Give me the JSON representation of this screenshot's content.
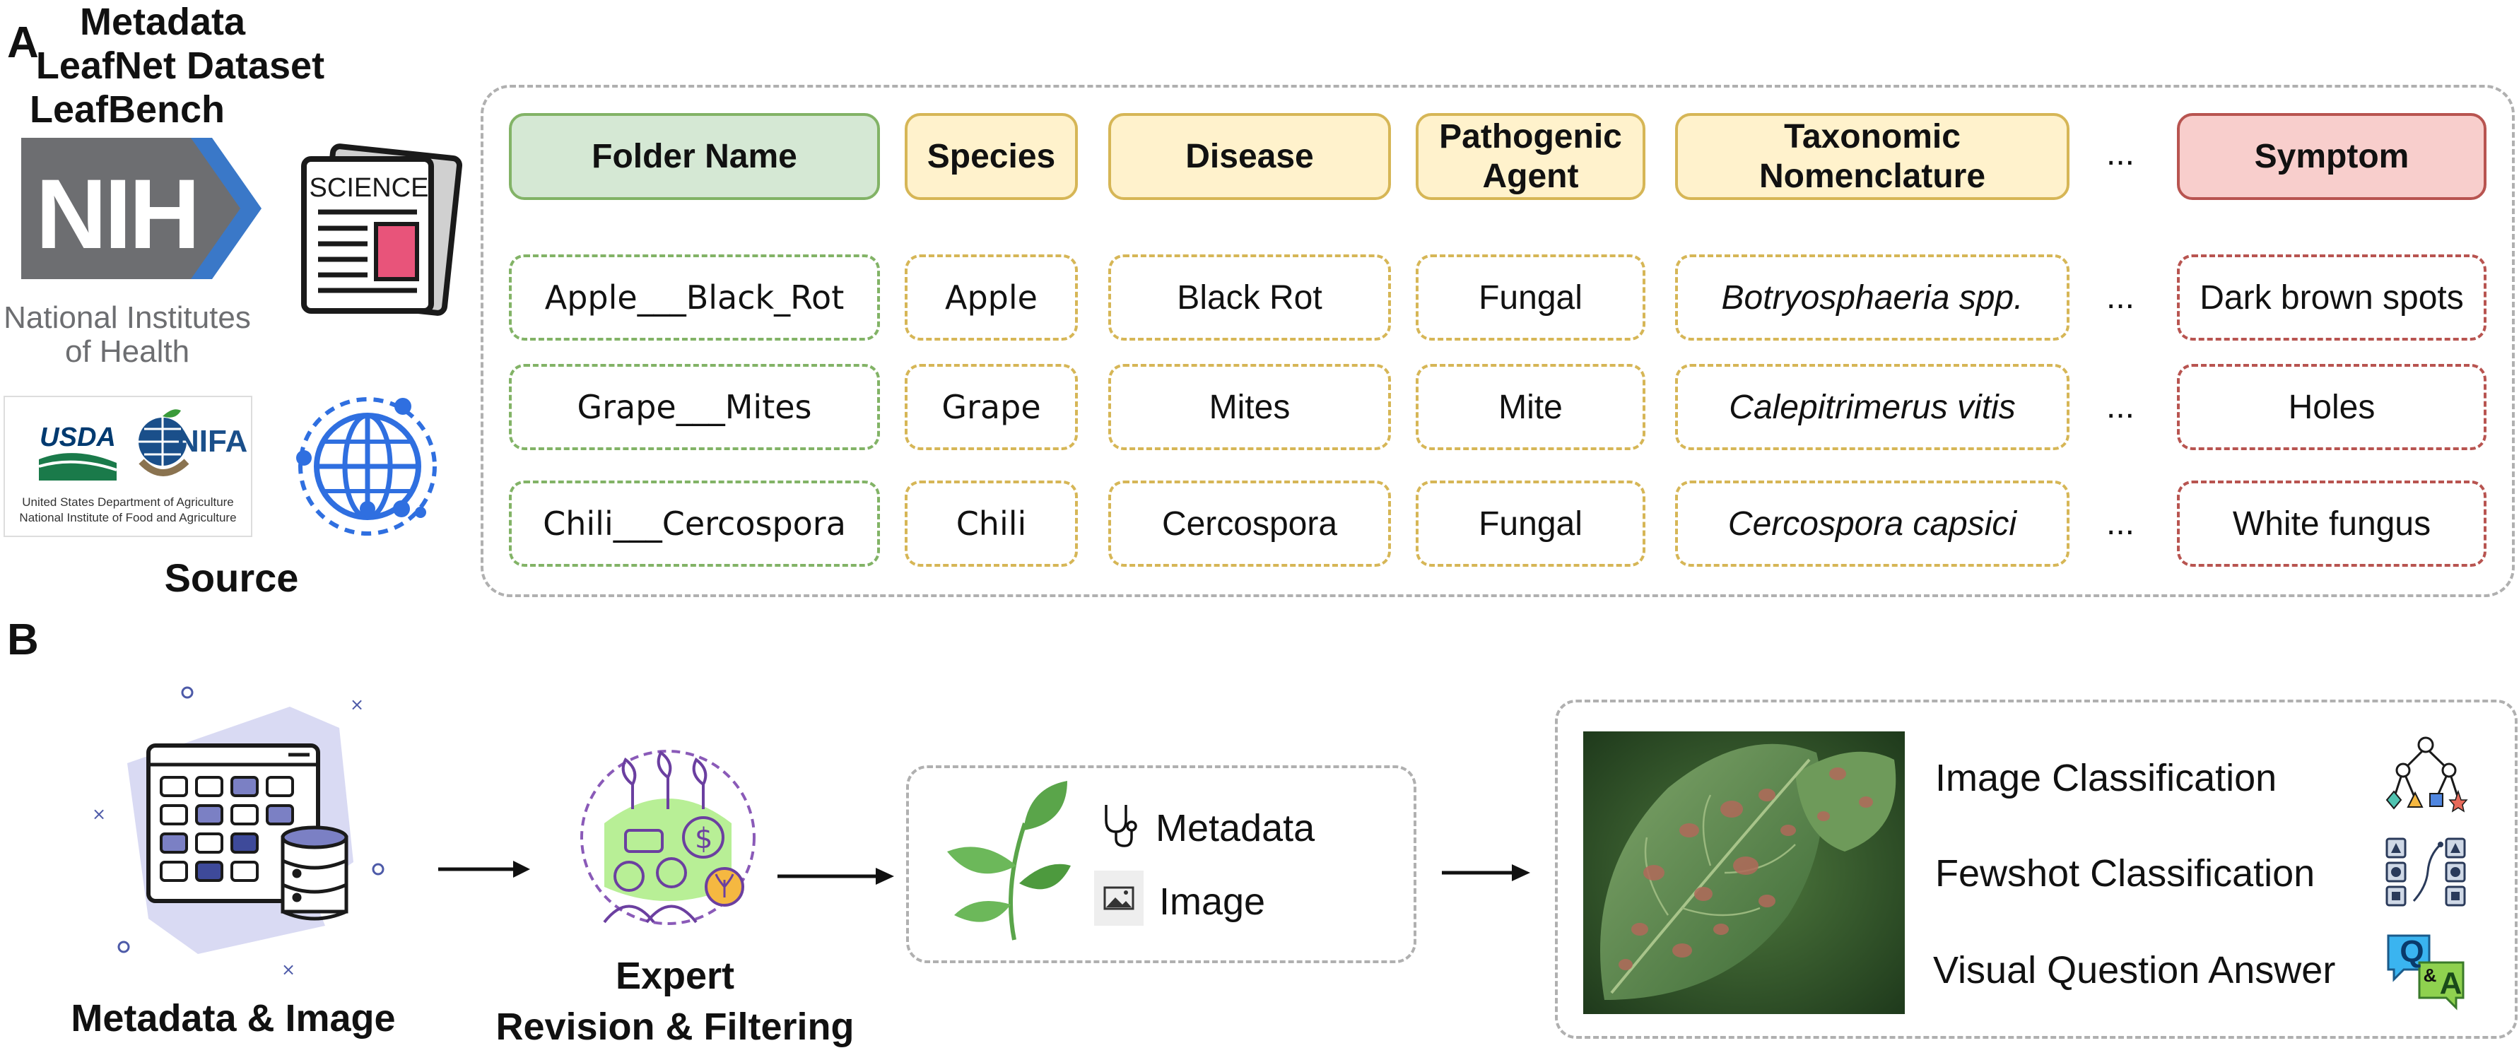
{
  "panels": {
    "a": "A",
    "b": "B"
  },
  "source": {
    "title": "Source",
    "nih": {
      "abbr": "NIH",
      "line1": "National Institutes",
      "line2": "of Health"
    },
    "science": "SCIENCE",
    "usda": {
      "abbr": "USDA",
      "nifa": "NIFA",
      "line1": "United States Department of Agriculture",
      "line2": "National Institute of Food and Agriculture"
    }
  },
  "metadata": {
    "title": "Metadata",
    "headers": {
      "folder": "Folder Name",
      "species": "Species",
      "disease": "Disease",
      "agent_1": "Pathogenic",
      "agent_2": "Agent",
      "tax_1": "Taxonomic",
      "tax_2": "Nomenclature",
      "symptom": "Symptom"
    },
    "ellipsis": "...",
    "rows": [
      {
        "folder": "Apple___Black_Rot",
        "species": "Apple",
        "disease": "Black Rot",
        "agent": "Fungal",
        "taxonomy": "Botryosphaeria spp.",
        "symptom": "Dark brown spots"
      },
      {
        "folder": "Grape___Mites",
        "species": "Grape",
        "disease": "Mites",
        "agent": "Mite",
        "taxonomy": "Calepitrimerus vitis",
        "symptom": "Holes"
      },
      {
        "folder": "Chili___Cercospora",
        "species": "Chili",
        "disease": "Cercospora",
        "agent": "Fungal",
        "taxonomy": "Cercospora capsici",
        "symptom": "White fungus"
      }
    ]
  },
  "pipeline": {
    "step1": "Metadata & Image",
    "step2_1": "Expert",
    "step2_2": "Revision & Filtering",
    "dataset": {
      "title": "LeafNet Dataset",
      "item1": "Metadata",
      "item2": "Image"
    },
    "leafbench": {
      "title": "LeafBench",
      "tasks": [
        "Image Classification",
        "Fewshot Classification",
        "Visual Question Answer"
      ]
    },
    "qa": {
      "q": "Q",
      "a": "A",
      "amp": "&"
    }
  },
  "colors": {
    "green_fill": "#d5e8d4",
    "green_border": "#82b366",
    "yellow_fill": "#fff2cc",
    "yellow_border": "#d6b656",
    "red_fill": "#f8cecc",
    "red_border": "#b85450",
    "nih_blue": "#3a78c8",
    "nih_gray": "#6d6e71",
    "icon_purple": "#7b80c4",
    "leaf_green": "#5aa54a"
  }
}
